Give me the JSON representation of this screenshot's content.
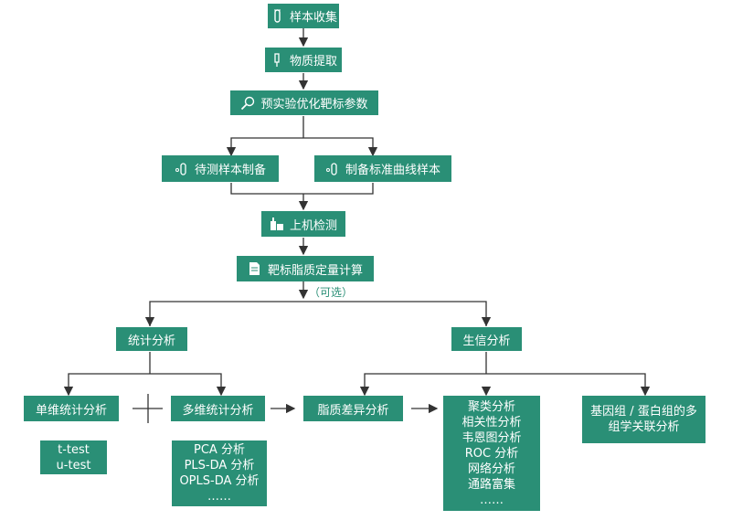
{
  "steps": {
    "collect": "样本收集",
    "extract": "物质提取",
    "optimize": "预实验优化靶标参数",
    "prep_sample": "待测样本制备",
    "prep_std": "制备标准曲线样本",
    "onboard": "上机检测",
    "quant": "靶标脂质定量计算",
    "optional": "（可选）"
  },
  "branches": {
    "stat": "统计分析",
    "bio": "生信分析"
  },
  "stats": {
    "uni": "单维统计分析",
    "multi": "多维统计分析",
    "diff": "脂质差异分析",
    "uni_methods": [
      "t-test",
      "u-test"
    ],
    "multi_methods": [
      "PCA 分析",
      "PLS-DA 分析",
      "OPLS-DA 分析",
      "……"
    ]
  },
  "bio": {
    "methods": [
      "聚类分析",
      "相关性分析",
      "韦恩图分析",
      "ROC 分析",
      "网络分析",
      "通路富集",
      "……"
    ],
    "omics": [
      "基因组 / 蛋白组的多",
      "组学关联分析"
    ]
  },
  "colors": {
    "box": "#2a8f76",
    "line": "#333333"
  },
  "icons": [
    "test-tube-icon",
    "pipette-icon",
    "magnifier-icon",
    "lab-instrument-icon",
    "document-icon"
  ]
}
